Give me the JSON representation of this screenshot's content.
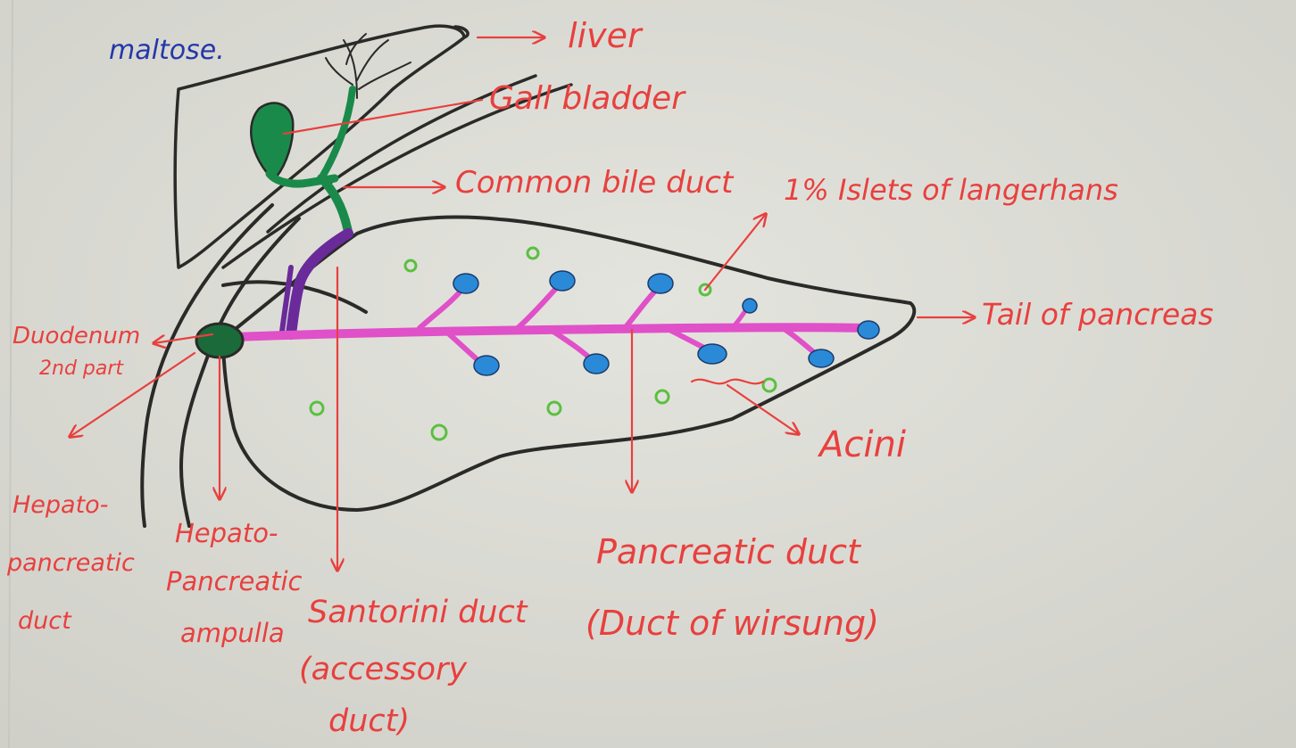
{
  "header_note": "maltose.",
  "labels": {
    "liver": "liver",
    "gall_bladder": "Gall bladder",
    "common_bile_duct": "Common bile duct",
    "islets": "1% Islets of langerhans",
    "tail": "Tail of pancreas",
    "duodenum": [
      "Duodenum",
      "2nd part"
    ],
    "acini": "Acini",
    "hp_duct": [
      "Hepato-",
      "pancreatic",
      "duct"
    ],
    "hp_ampulla": [
      "Hepato-",
      "Pancreatic",
      "ampulla"
    ],
    "santorini": [
      "Santorini duct",
      "(accessory",
      "duct)"
    ],
    "pancreatic_duct": [
      "Pancreatic duct",
      "(Duct of wirsung)"
    ]
  },
  "colors": {
    "paper": "#dcdcd6",
    "ink": "#2a2a28",
    "label_red": "#e8403e",
    "note_blue": "#2438a8",
    "gall_green": "#1a8a4a",
    "duct_pink": "#e050c8",
    "accessory_purple": "#6a2a9a",
    "acini_blue": "#2a8ad8",
    "islet_green": "#5ac040"
  },
  "icons": [
    "arrow-icon"
  ]
}
